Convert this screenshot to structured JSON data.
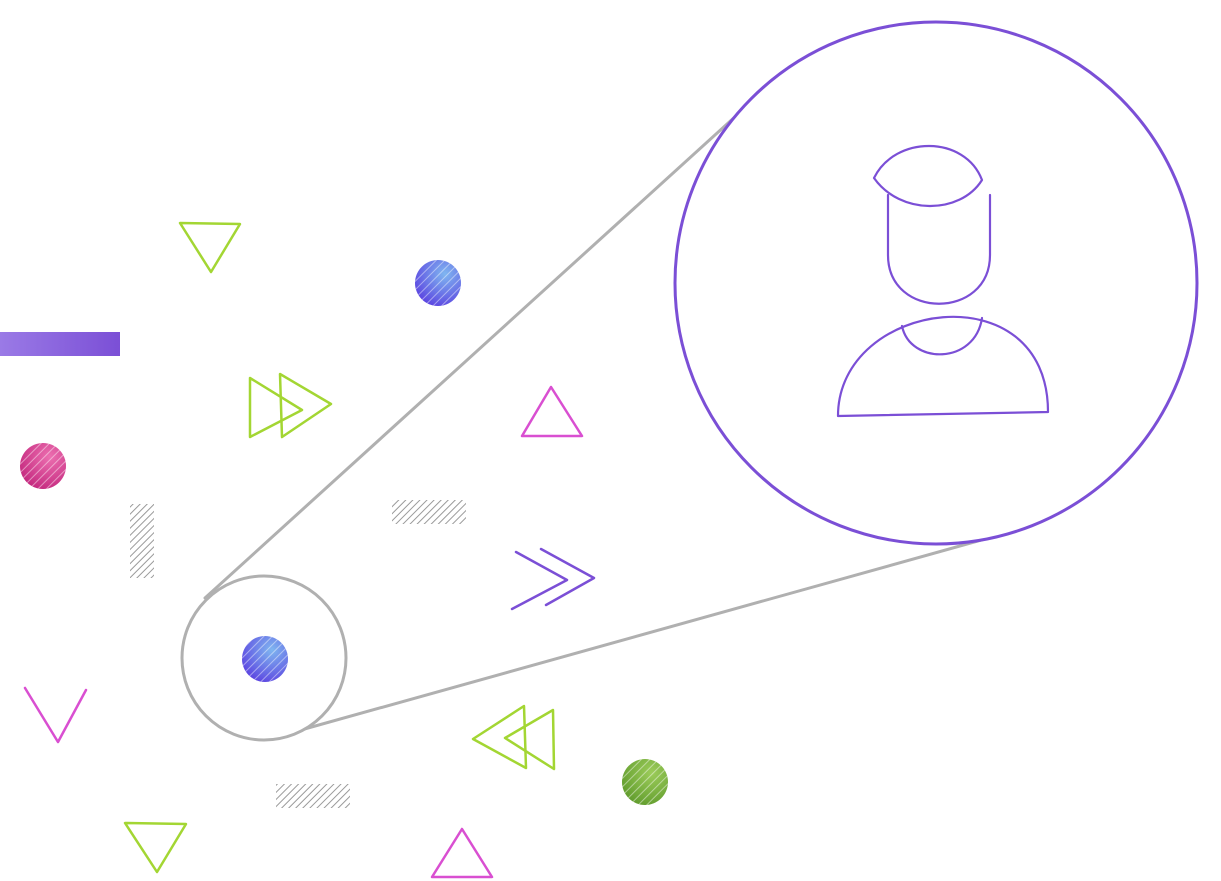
{
  "palette": {
    "purple": "#7b4fd6",
    "purple_light": "#9a7ae6",
    "magenta": "#d94fd1",
    "lime": "#a3d633",
    "gray": "#b0b0b0",
    "green_dark": "#5e9a2b",
    "green_light": "#9ccc5a",
    "blue_violet_dark": "#5a3fe0",
    "blue_violet_light": "#7fb6f0",
    "pink_dark": "#c2257c",
    "pink_light": "#ec6fb0"
  },
  "illustration": {
    "type": "decorative",
    "icons": [
      "user-profile-icon",
      "magnifier-lens",
      "confetti-shapes"
    ]
  }
}
